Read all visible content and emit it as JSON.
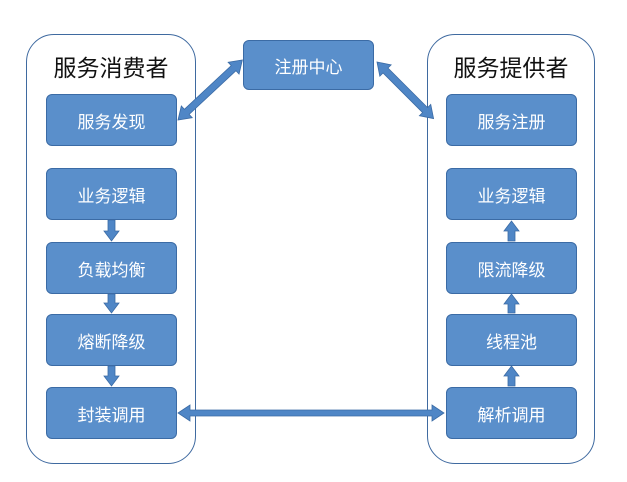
{
  "consumer": {
    "title": "服务消费者",
    "steps": [
      "服务发现",
      "业务逻辑",
      "负载均衡",
      "熔断降级",
      "封装调用"
    ]
  },
  "provider": {
    "title": "服务提供者",
    "steps": [
      "服务注册",
      "业务逻辑",
      "限流降级",
      "线程池",
      "解析调用"
    ]
  },
  "registry": {
    "label": "注册中心"
  },
  "colors": {
    "box_fill": "#5a8fcb",
    "box_border": "#3b6ba5",
    "arrow": "#4f86c6",
    "panel_border": "#3f6aa0"
  }
}
